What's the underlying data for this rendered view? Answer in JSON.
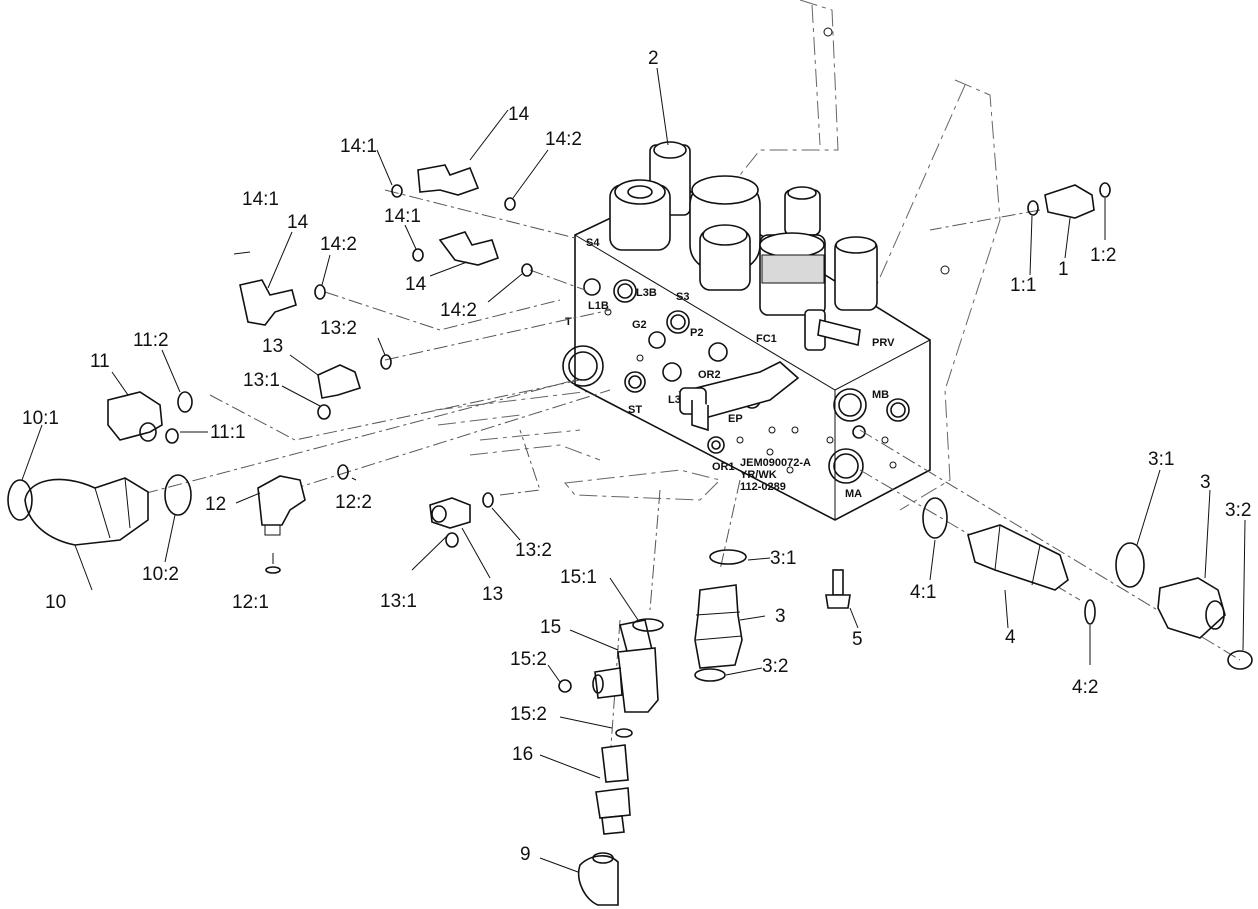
{
  "callouts": {
    "c1": "1",
    "c1_1": "1:1",
    "c1_2": "1:2",
    "c2": "2",
    "c3_right": "3",
    "c3_1_right": "3:1",
    "c3_2_right": "3:2",
    "c3_mid": "3",
    "c3_1_mid": "3:1",
    "c3_2_mid": "3:2",
    "c4": "4",
    "c4_1": "4:1",
    "c4_2": "4:2",
    "c5": "5",
    "c9": "9",
    "c10": "10",
    "c10_1": "10:1",
    "c10_2": "10:2",
    "c11": "11",
    "c11_1": "11:1",
    "c11_2": "11:2",
    "c12": "12",
    "c12_1": "12:1",
    "c12_2": "12:2",
    "c13_upper": "13",
    "c13_1_upper": "13:1",
    "c13_2_upper": "13:2",
    "c13_lower": "13",
    "c13_1_lower": "13:1",
    "c13_2_lower": "13:2",
    "c14_top": "14",
    "c14_1_top": "14:1",
    "c14_2_top": "14:2",
    "c14_left": "14",
    "c14_1_left": "14:1",
    "c14_2_left": "14:2",
    "c14_mid": "14",
    "c14_1_mid": "14:1",
    "c14_2_mid": "14:2",
    "c15": "15",
    "c15_1": "15:1",
    "c15_2a": "15:2",
    "c15_2b": "15:2",
    "c16": "16"
  },
  "block_markings": {
    "part_no": "JEM090072-A",
    "yr_wk": "YR/WK",
    "ref_no": "112-0289",
    "port_mb": "MB",
    "port_ma": "MA",
    "port_p2": "P2",
    "port_l3b": "L3B",
    "port_l3": "L3",
    "port_g2": "G2",
    "port_or2": "OR2",
    "port_or1": "OR1",
    "port_st": "ST",
    "port_ep": "EP",
    "port_t": "T",
    "port_l1b": "L1B",
    "port_fc1": "FC1",
    "port_prv": "PRV",
    "port_s4": "S4",
    "port_s3": "S3"
  }
}
